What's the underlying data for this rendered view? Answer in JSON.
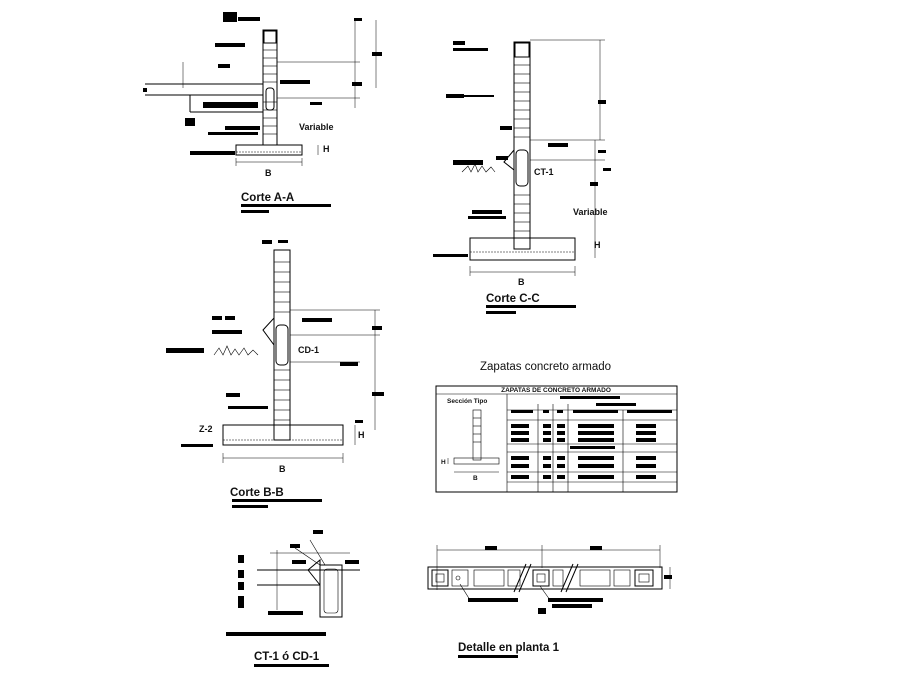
{
  "sections": {
    "corte_aa": {
      "title": "Corte A-A",
      "variable": "Variable",
      "h": "H",
      "b": "B"
    },
    "corte_cc": {
      "title": "Corte C-C",
      "variable": "Variable",
      "h": "H",
      "b": "B",
      "element": "CT-1"
    },
    "corte_bb": {
      "title": "Corte B-B",
      "h": "H",
      "b": "B",
      "element": "CD-1",
      "footing": "Z-2"
    },
    "zapatas": {
      "title": "Zapatas concreto armado",
      "table_header": "ZAPATAS DE CONCRETO ARMADO",
      "section_label": "Sección Tipo",
      "h": "H",
      "b": "B"
    },
    "ct_cd": {
      "title": "CT-1 ó CD-1"
    },
    "detalle": {
      "title": "Detalle en planta 1"
    }
  }
}
